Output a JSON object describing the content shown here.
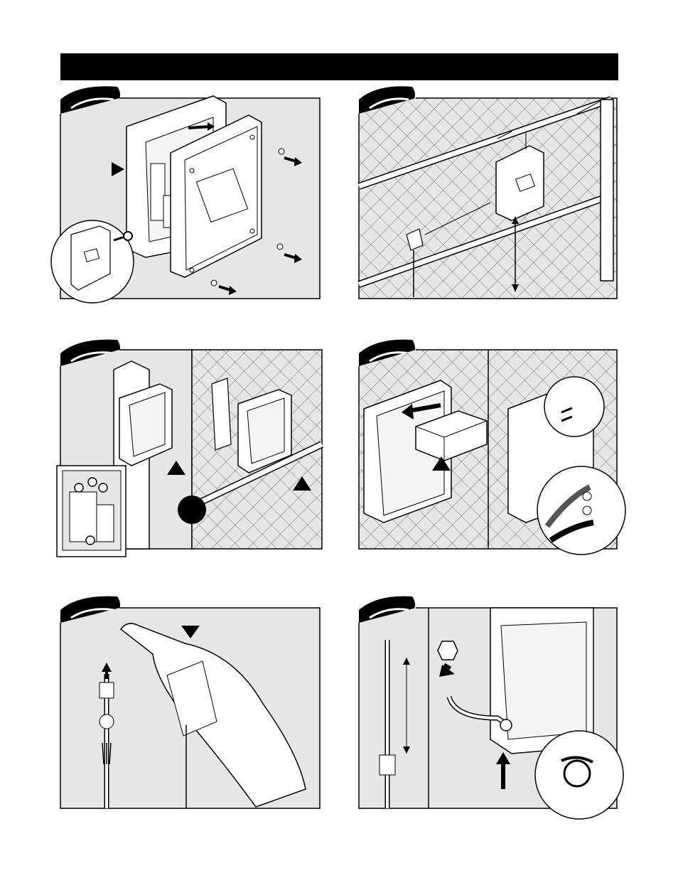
{
  "header": {
    "title": ""
  },
  "panels": [
    {
      "id": "step-1",
      "label": "",
      "description": ""
    },
    {
      "id": "step-2",
      "label": "",
      "description": ""
    },
    {
      "id": "step-3",
      "label": "",
      "description": ""
    },
    {
      "id": "step-4",
      "label": "",
      "description": ""
    },
    {
      "id": "step-5",
      "label": "",
      "description": ""
    },
    {
      "id": "step-6",
      "label": "",
      "description": ""
    }
  ],
  "colors": {
    "panel_bg": "#e6e6e6",
    "line": "#000000",
    "badge": "#000000"
  }
}
